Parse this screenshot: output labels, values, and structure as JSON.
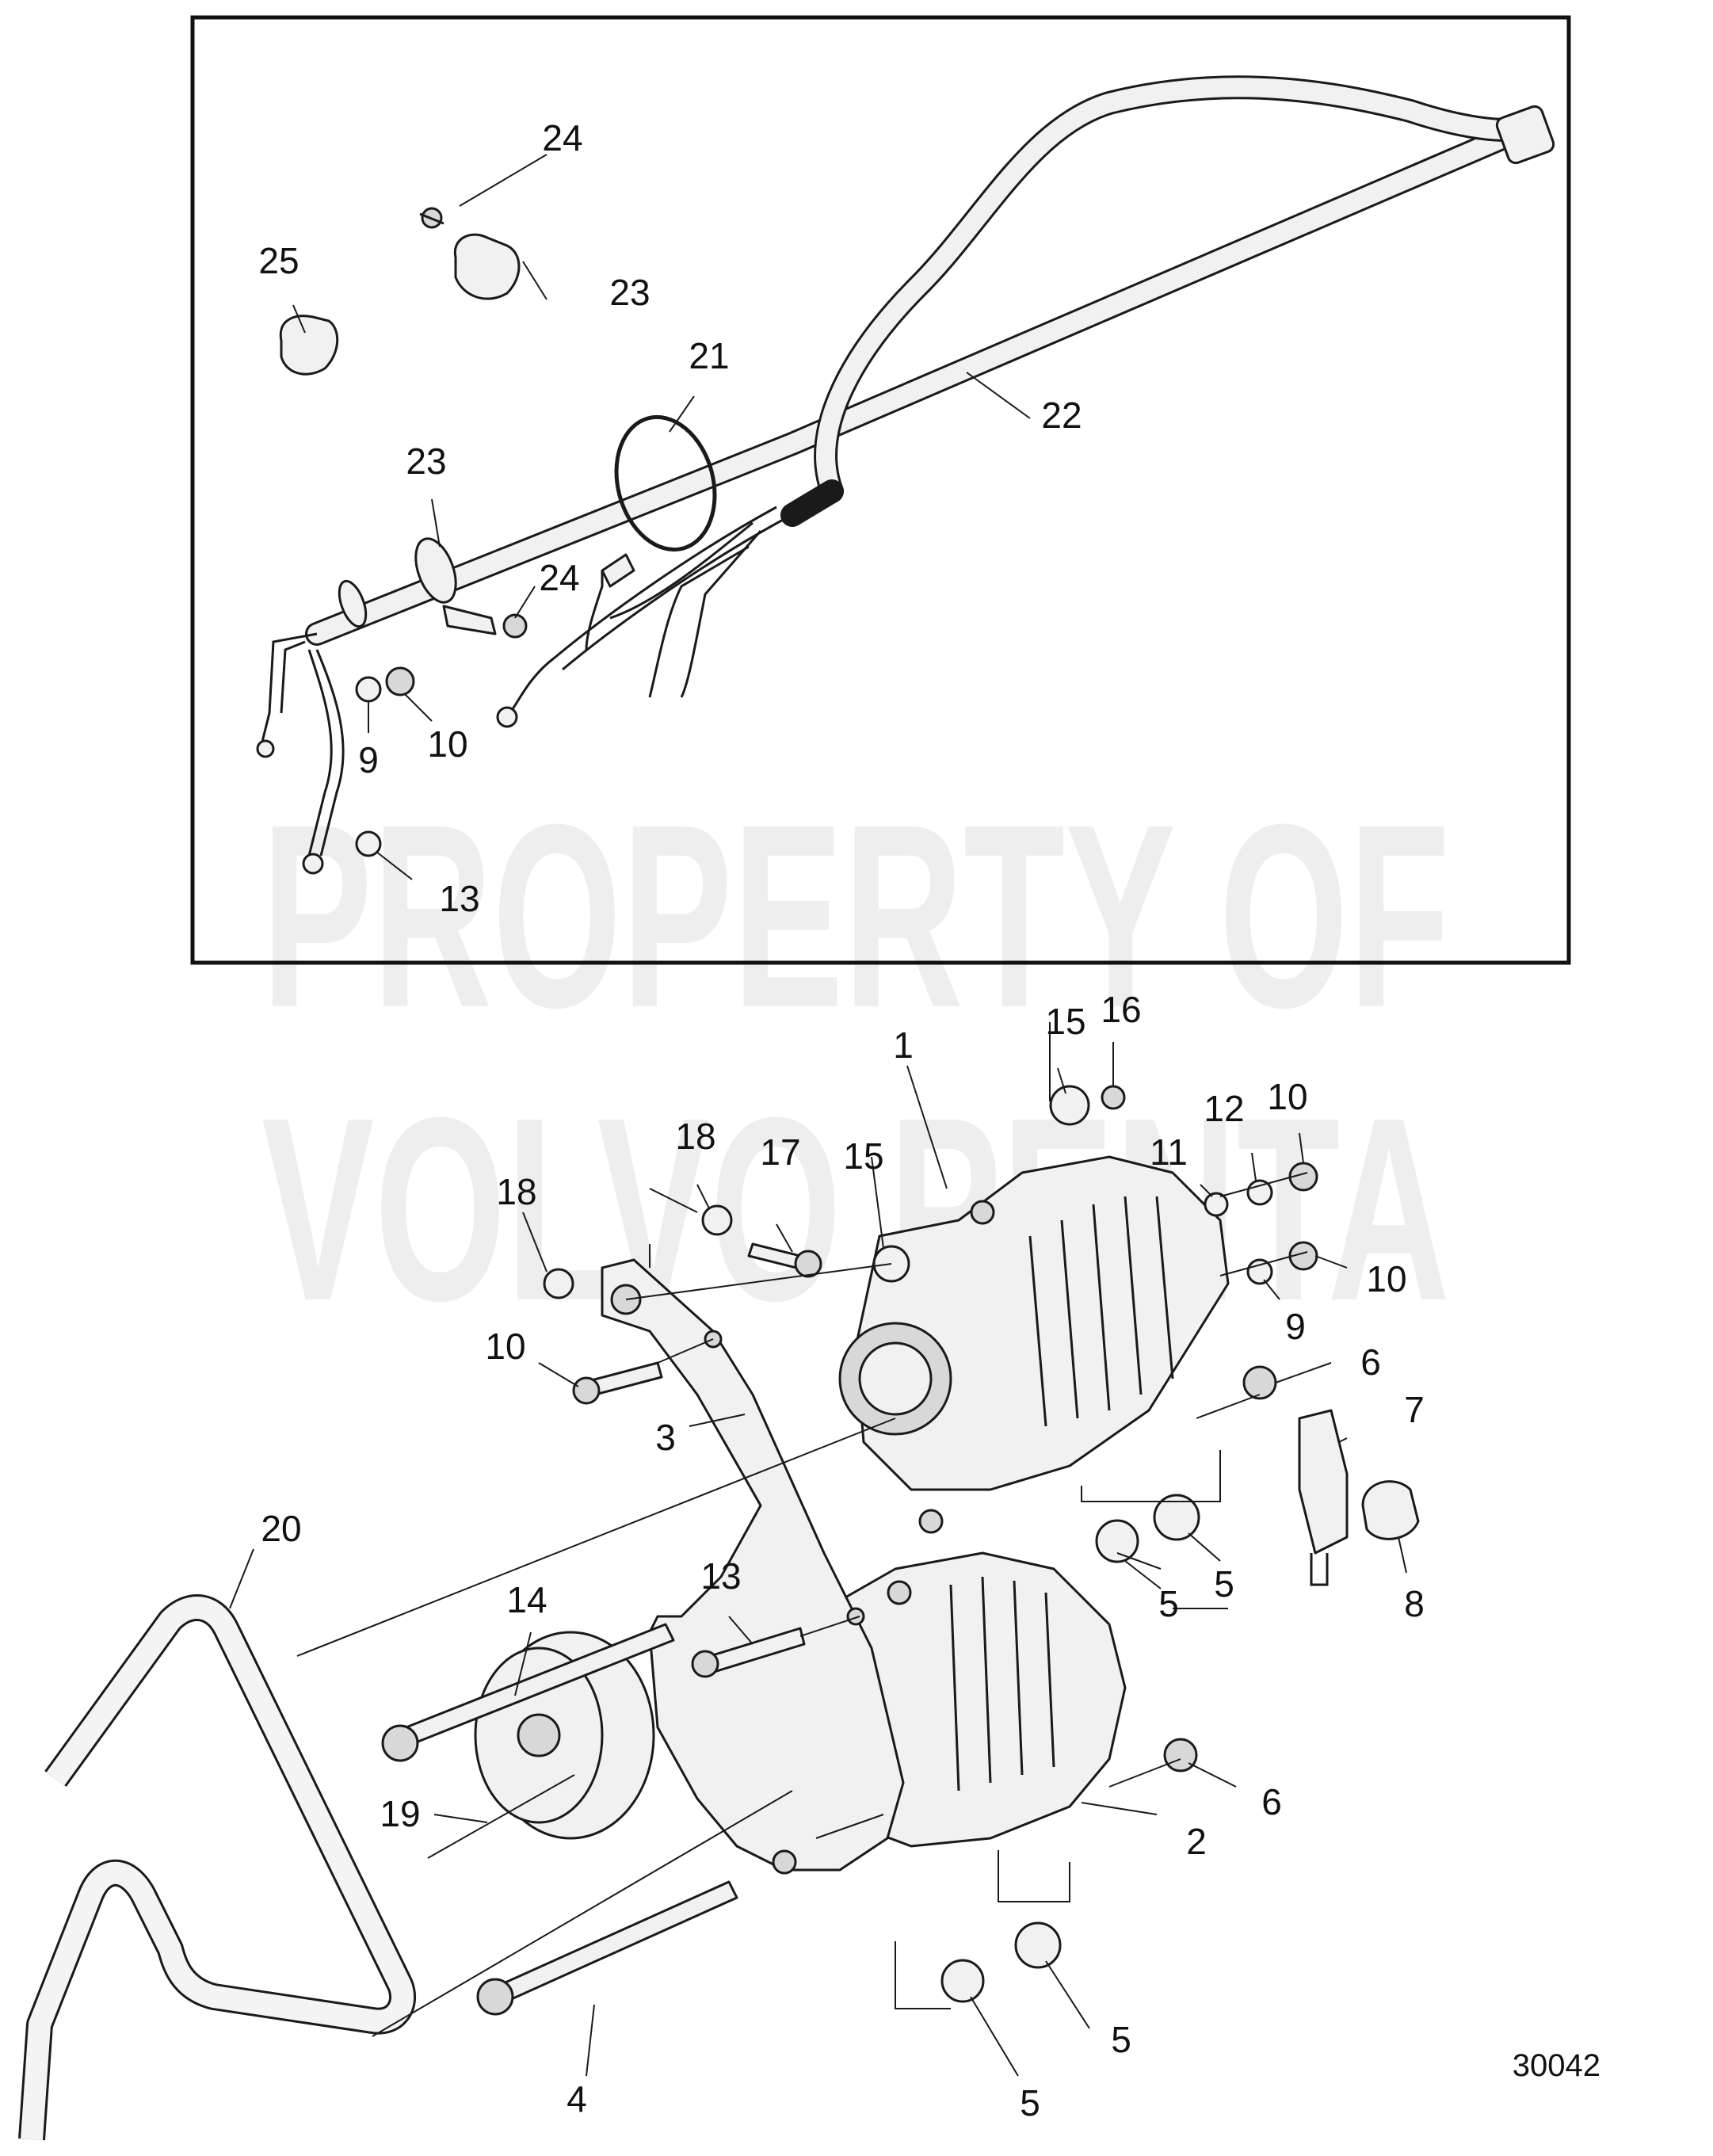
{
  "watermark": {
    "line1": "PROPERTY OF",
    "line2": "VOLVO PENTA"
  },
  "reference_number": "30042",
  "callouts": {
    "c1": "1",
    "c2": "2",
    "c3": "3",
    "c4": "4",
    "c5a": "5",
    "c5b": "5",
    "c5c": "5",
    "c5d": "5",
    "c6a": "6",
    "c6b": "6",
    "c7": "7",
    "c8": "8",
    "c9a": "9",
    "c9b": "9",
    "c10a": "10",
    "c10b": "10",
    "c10c": "10",
    "c10d": "10",
    "c11": "11",
    "c12": "12",
    "c13a": "13",
    "c13b": "13",
    "c14": "14",
    "c15a": "15",
    "c15b": "15",
    "c16": "16",
    "c17": "17",
    "c18a": "18",
    "c18b": "18",
    "c19": "19",
    "c20": "20",
    "c21": "21",
    "c22": "22",
    "c23a": "23",
    "c23b": "23",
    "c24a": "24",
    "c24b": "24",
    "c25": "25"
  }
}
